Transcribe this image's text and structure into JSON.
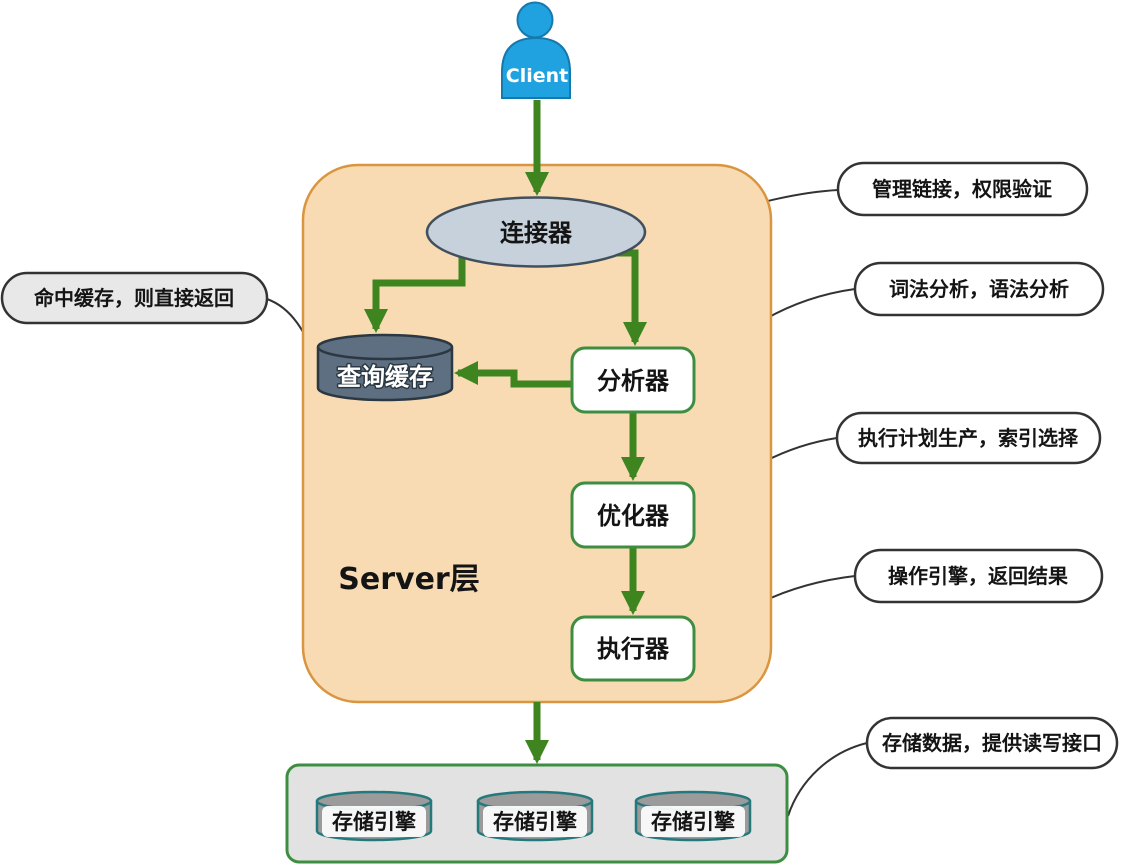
{
  "diagram": {
    "client": {
      "label": "Client"
    },
    "server": {
      "label": "Server层"
    },
    "nodes": {
      "connector": "连接器",
      "query_cache": "查询缓存",
      "analyzer": "分析器",
      "optimizer": "优化器",
      "executor": "执行器"
    },
    "storage": {
      "engines": [
        "存储引擎",
        "存储引擎",
        "存储引擎"
      ]
    },
    "callouts": {
      "cache_hit": "命中缓存，则直接返回",
      "connector": "管理链接，权限验证",
      "analyzer": "词法分析，语法分析",
      "optimizer": "执行计划生产，索引选择",
      "executor": "操作引擎，返回结果",
      "storage": "存储数据，提供读写接口"
    }
  },
  "colors": {
    "green": "#3e8520",
    "line": "#333333",
    "orange_fill": "#f8dbb3",
    "orange_border": "#d9953f",
    "ellipse_fill": "#c6d1dc",
    "ellipse_border": "#42505e",
    "cache_fill": "#5d6f80",
    "cache_border": "#2b3843",
    "node_border": "#3e8e41",
    "storage_fill": "#e2e2e2",
    "cyl_fill": "#9b9b9b",
    "cyl_border": "#25797c",
    "callout_fill": "#ffffff",
    "callout_gray": "#e8e8e8",
    "client_blue": "#21a2e0",
    "client_border": "#1579ad"
  }
}
